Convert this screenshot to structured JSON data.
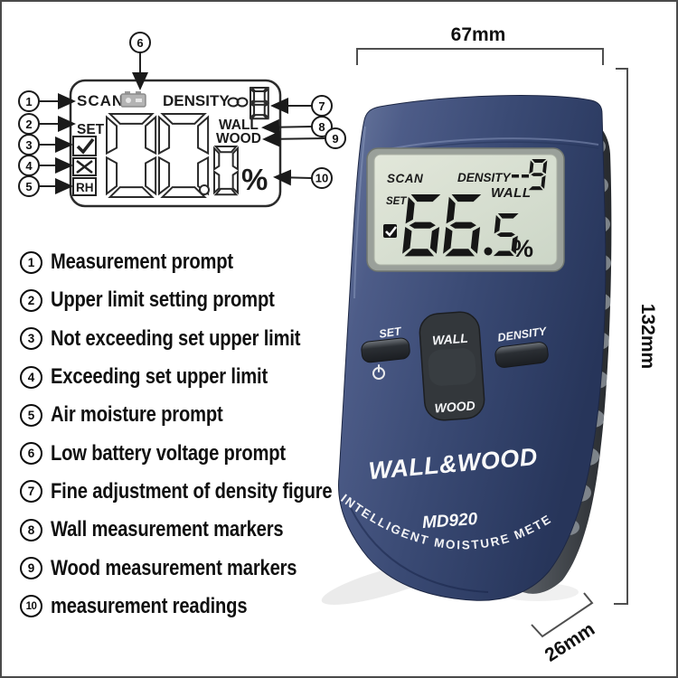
{
  "diagram": {
    "lcd": {
      "scan": "SCAN",
      "density": "DENSITY",
      "density_digit": "8",
      "set": "SET",
      "rh": "RH",
      "wall": "WALL",
      "wood": "WOOD",
      "reading": "00.0",
      "percent": "%"
    },
    "callouts": [
      {
        "num": "1"
      },
      {
        "num": "2"
      },
      {
        "num": "3"
      },
      {
        "num": "4"
      },
      {
        "num": "5"
      },
      {
        "num": "6"
      },
      {
        "num": "7"
      },
      {
        "num": "8"
      },
      {
        "num": "9"
      },
      {
        "num": "10"
      }
    ]
  },
  "legend": {
    "items": [
      {
        "num": "1",
        "text": "Measurement prompt"
      },
      {
        "num": "2",
        "text": "Upper limit setting prompt"
      },
      {
        "num": "3",
        "text": "Not exceeding set upper limit"
      },
      {
        "num": "4",
        "text": "Exceeding set upper limit"
      },
      {
        "num": "5",
        "text": "Air moisture prompt"
      },
      {
        "num": "6",
        "text": "Low battery voltage prompt"
      },
      {
        "num": "7",
        "text": "Fine adjustment of density figure"
      },
      {
        "num": "8",
        "text": "Wall measurement markers"
      },
      {
        "num": "9",
        "text": "Wood measurement markers"
      },
      {
        "num": "10",
        "text": "measurement readings"
      }
    ]
  },
  "device": {
    "brand": "WALL&WOOD",
    "model": "MD920",
    "tagline": "INTELLIGENT  MOISTURE  METER",
    "lcd": {
      "scan": "SCAN",
      "set": "SET",
      "density": "DENSITY",
      "density_value": "9",
      "mode": "WALL",
      "reading": "66.5",
      "unit": "%"
    },
    "labels": {
      "set": "SET",
      "density": "DENSITY",
      "rocker_top": "WALL",
      "rocker_bottom": "WOOD"
    }
  },
  "dimensions": {
    "width": "67mm",
    "height": "132mm",
    "depth": "26mm"
  },
  "colors": {
    "body_blue": "#3f4f7c",
    "lcd_green": "#d8dfd2",
    "grip_gray": "#45494e",
    "label_white": "#f4f5f7",
    "ink": "#1a1a1a"
  }
}
